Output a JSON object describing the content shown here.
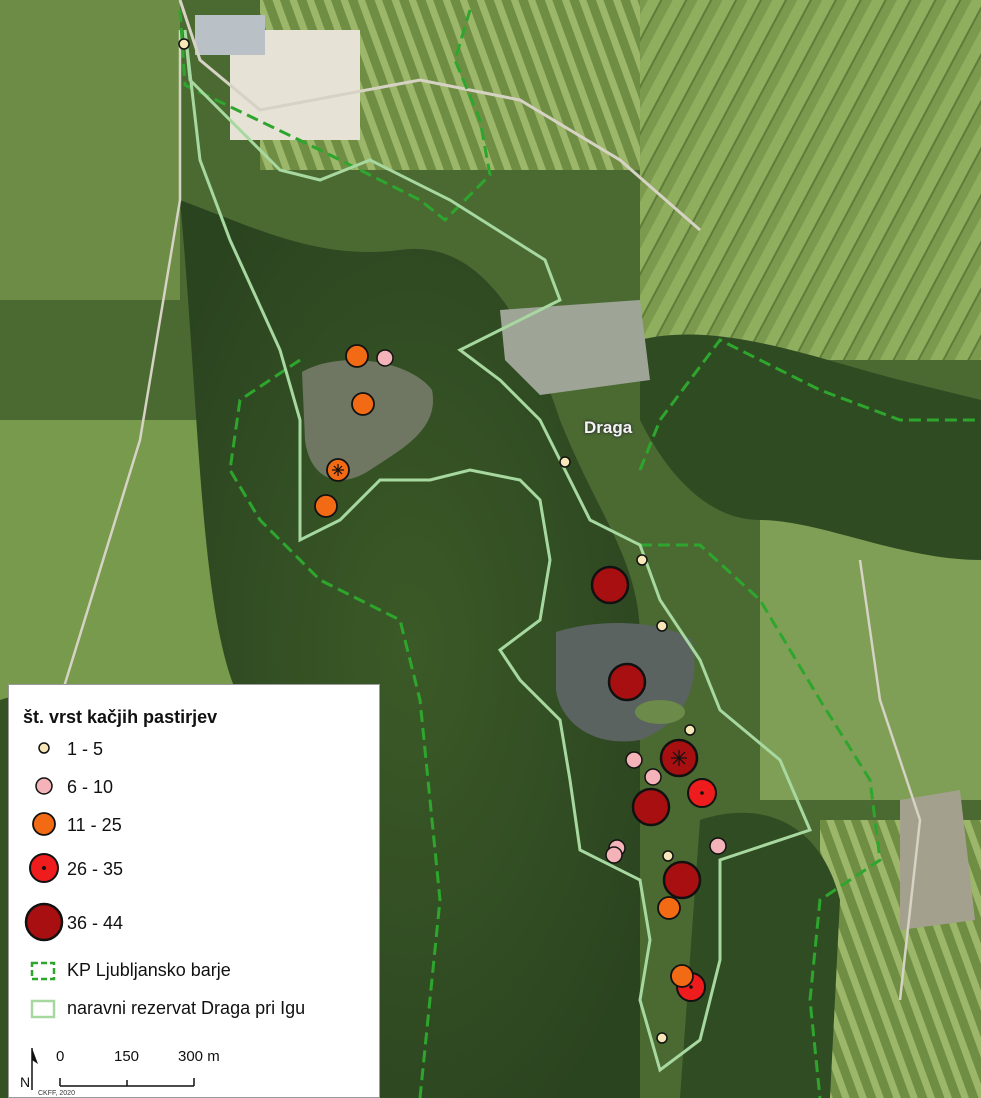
{
  "map": {
    "place_label": "Draga",
    "accent_colors": {
      "class_1": "#f6e6b8",
      "class_2": "#f4b3b9",
      "class_3": "#f26a14",
      "class_4": "#ee1c1c",
      "class_5": "#a70f10",
      "park_boundary": "#2ea62e",
      "reserve_boundary": "#a6d8a0"
    }
  },
  "legend": {
    "title": "št. vrst kačjih pastirjev",
    "classes": [
      {
        "label": "1 - 5",
        "color": "#f6e6b8"
      },
      {
        "label": "6 - 10",
        "color": "#f4b3b9"
      },
      {
        "label": "11 - 25",
        "color": "#f26a14"
      },
      {
        "label": "26 - 35",
        "color": "#ee1c1c"
      },
      {
        "label": "36 - 44",
        "color": "#a70f10"
      }
    ],
    "boundaries": [
      {
        "label": "KP Ljubljansko barje",
        "icon": "dashed-outline-icon"
      },
      {
        "label": "naravni rezervat Draga pri Igu",
        "icon": "solid-outline-icon"
      }
    ]
  },
  "scale_bar": {
    "labels": [
      "0",
      "150",
      "300 m"
    ],
    "credit": "CKFF, 2020",
    "north_label": "N"
  }
}
